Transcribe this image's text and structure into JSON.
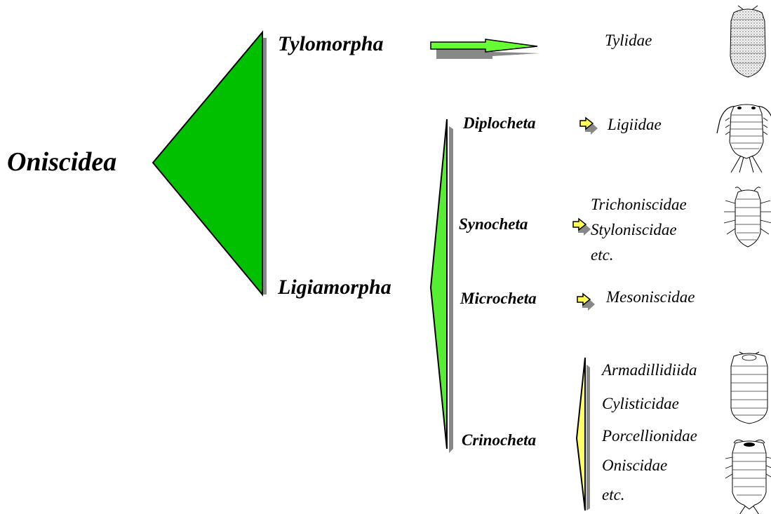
{
  "root": {
    "label": "Oniscidea"
  },
  "suborders": [
    {
      "label": "Tylomorpha"
    },
    {
      "label": "Ligiamorpha"
    }
  ],
  "sections": [
    {
      "label": "Diplocheta"
    },
    {
      "label": "Synocheta"
    },
    {
      "label": "Microcheta"
    },
    {
      "label": "Crinocheta"
    }
  ],
  "families": {
    "tylomorpha": [
      "Tylidae"
    ],
    "diplocheta": [
      "Ligiidae"
    ],
    "synocheta": [
      "Trichoniscidae",
      "Styloniscidae",
      "etc."
    ],
    "microcheta": [
      "Mesoniscidae"
    ],
    "crinocheta": [
      "Armadillidiida",
      "Cylisticidae",
      "Porcellionidae",
      "Oniscidae",
      "etc."
    ]
  },
  "illustrations": [
    {
      "name": "tylid-isopod-illustration",
      "for": "Tylidae"
    },
    {
      "name": "ligiid-isopod-illustration",
      "for": "Ligiidae"
    },
    {
      "name": "trichoniscid-isopod-illustration",
      "for": "Trichoniscidae"
    },
    {
      "name": "armadillidiid-isopod-illustration",
      "for": "Armadillidiida"
    },
    {
      "name": "oniscid-isopod-illustration",
      "for": "Oniscidae"
    }
  ],
  "colors": {
    "suborder_wedge": "#00c000",
    "section_wedge": "#55ee33",
    "crinocheta_wedge": "#ffff66",
    "arrow_fill": "#ffff55",
    "shadow": "#888888"
  }
}
